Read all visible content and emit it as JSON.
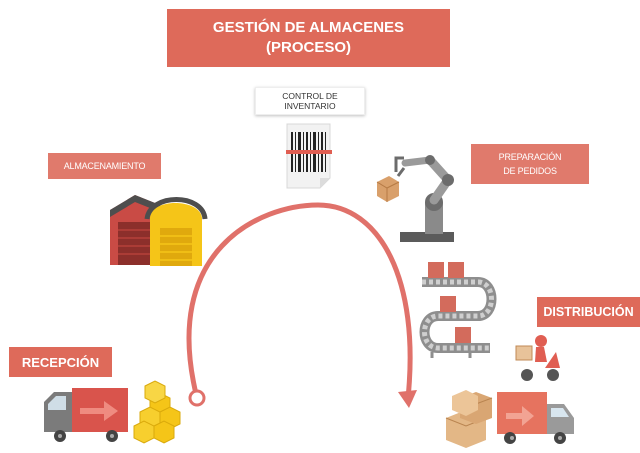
{
  "title": {
    "line1": "GESTIÓN DE ALMACENES",
    "line2": "(PROCESO)"
  },
  "stages": {
    "control": "CONTROL DE INVENTARIO",
    "almacenamiento": "ALMACENAMIENTO",
    "preparacion_line1": "PREPARACIÓN",
    "preparacion_line2": "DE PEDIDOS",
    "recepcion": "RECEPCIÓN",
    "distribucion": "DISTRIBUCIÓN"
  },
  "colors": {
    "accent": "#de6a5a",
    "truck_red": "#e05e52",
    "box_yellow": "#f5c518",
    "gray": "#6f6f6f"
  },
  "icons": [
    "barcode-icon",
    "warehouse-icon",
    "robot-arm-icon",
    "conveyor-icon",
    "truck-icon",
    "delivery-scooter-icon",
    "cardboard-boxes-icon",
    "yellow-crates-icon"
  ]
}
